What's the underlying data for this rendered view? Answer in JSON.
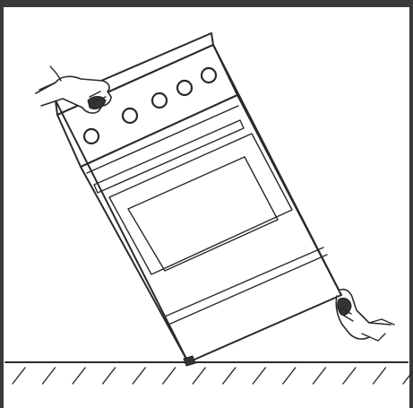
{
  "illustration": {
    "subject": "tilted-stove-with-two-hands",
    "line_color": "#2a2a2a",
    "frame_color": "#3a3a3a",
    "background_color": "#ffffff",
    "burner_knob_count": 5,
    "floor_hatch_count": 14
  }
}
